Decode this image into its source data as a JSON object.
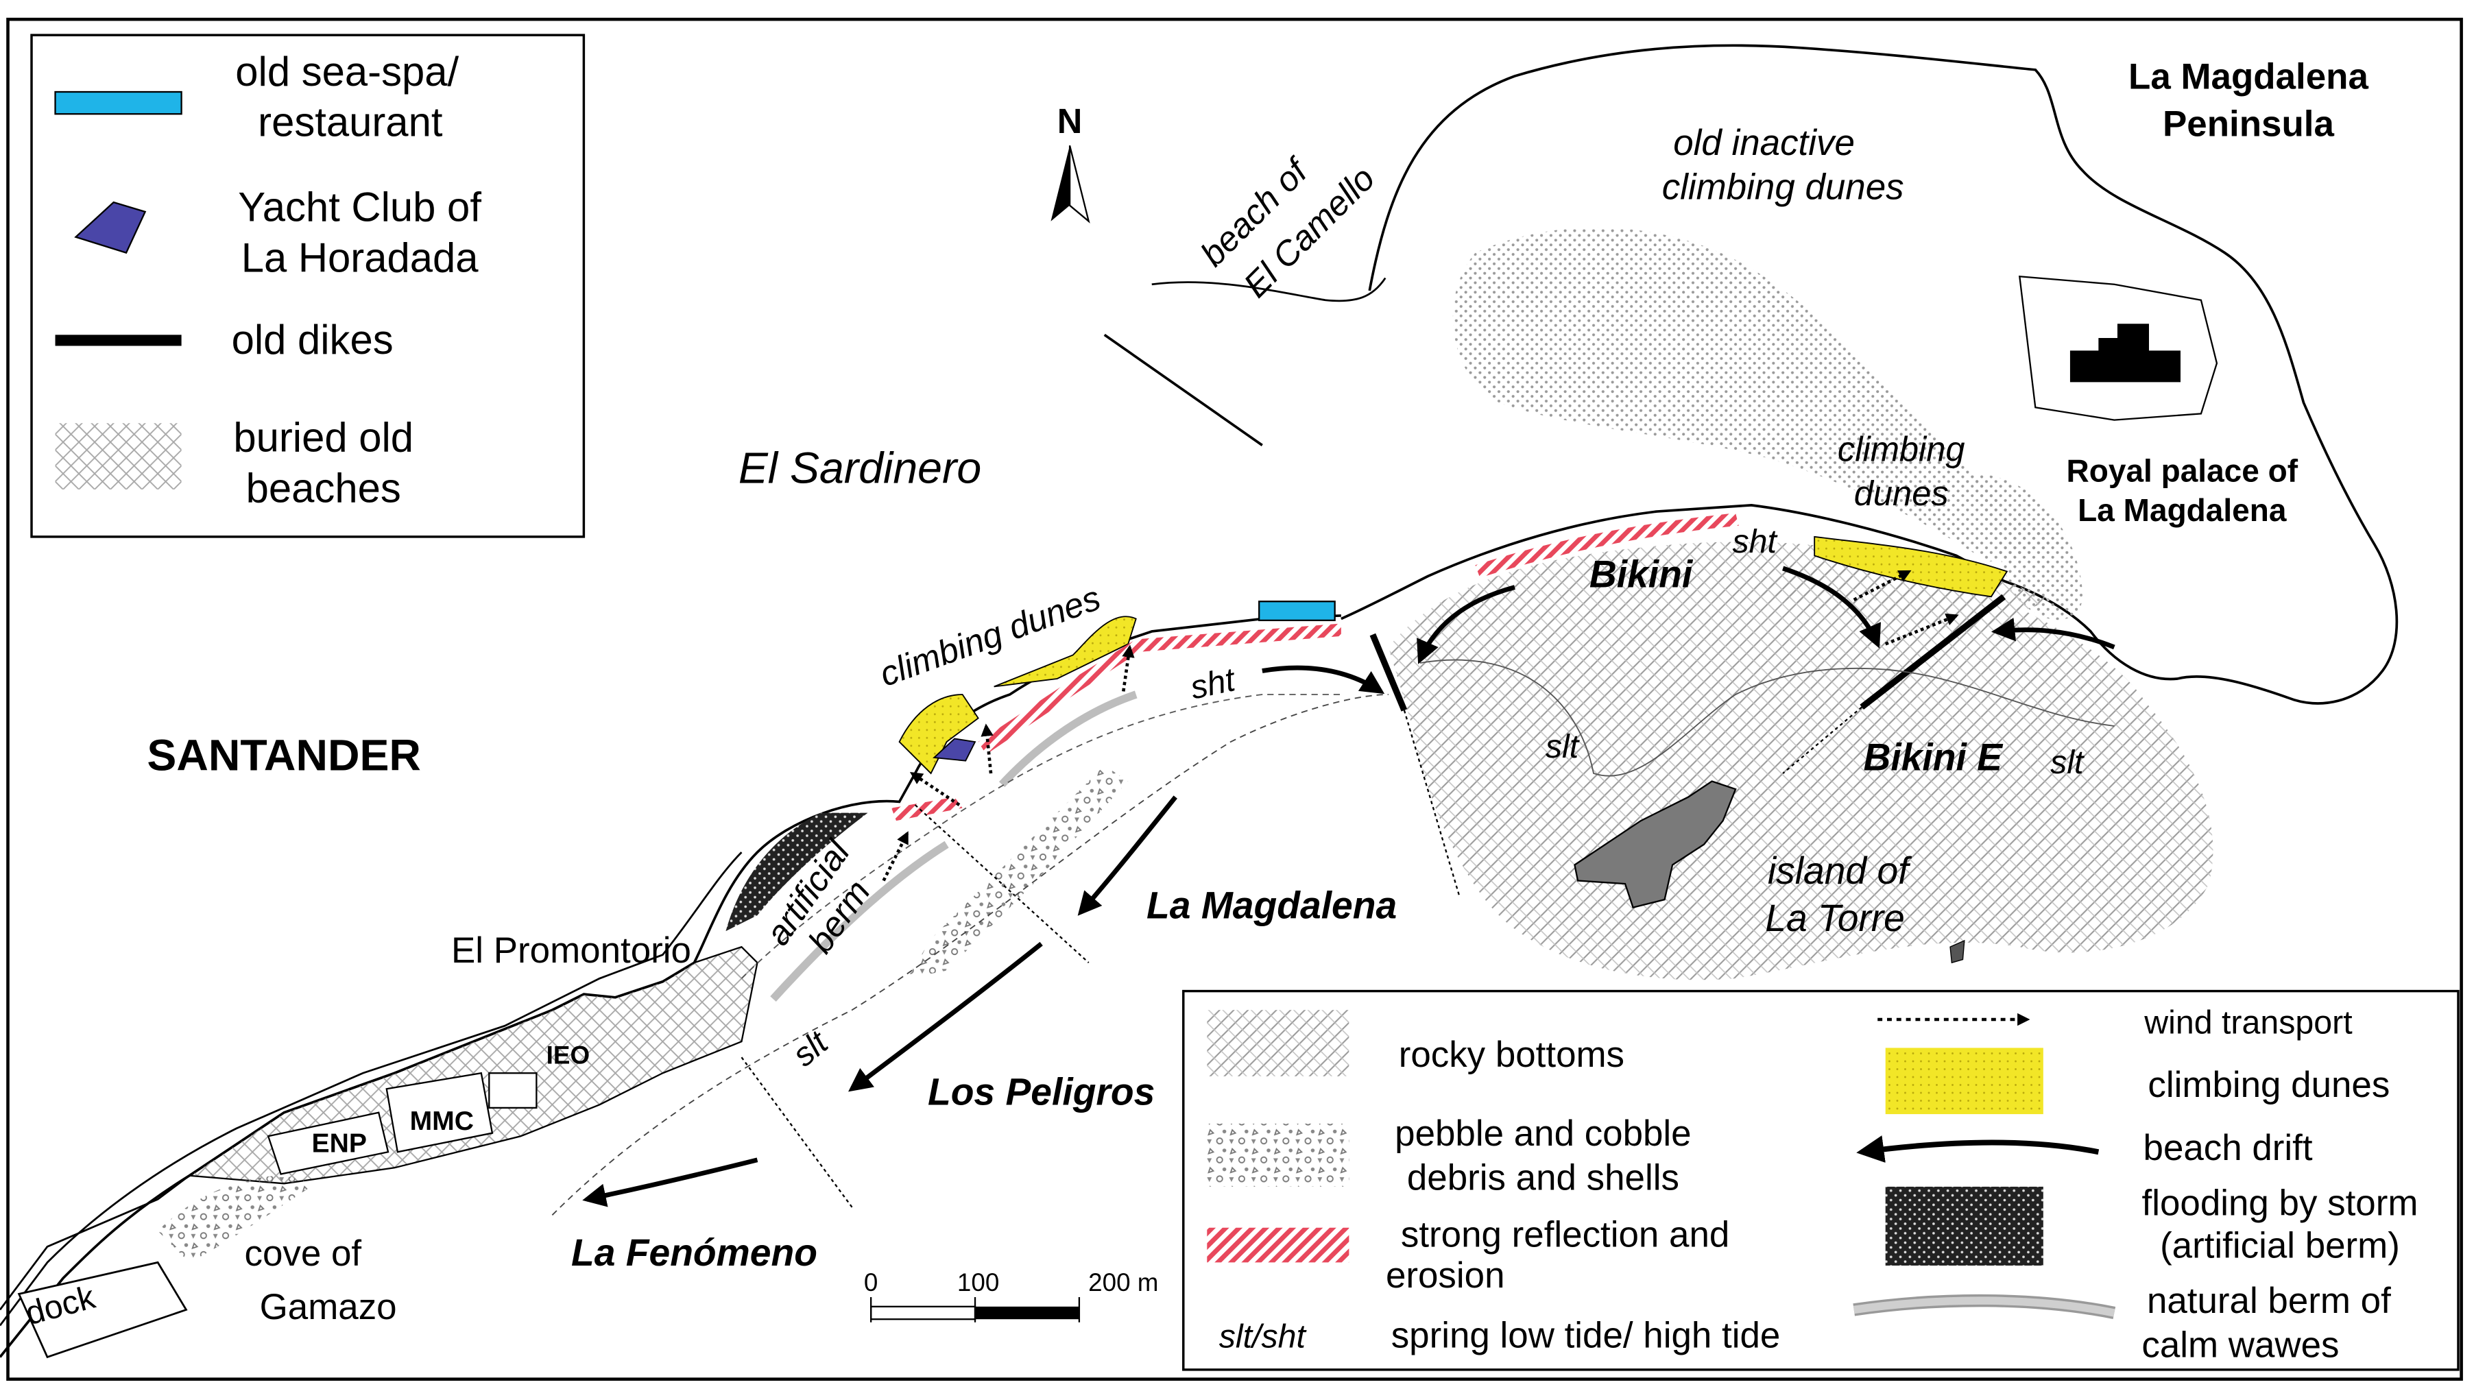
{
  "labels": {
    "peninsula_1": "La Magdalena",
    "peninsula_2": "Peninsula",
    "palace_1": "Royal palace of",
    "palace_2": "La Magdalena",
    "old_dunes_1": "old inactive",
    "old_dunes_2": "climbing dunes",
    "camello_1": "beach of",
    "camello_2": "El Camello",
    "north": "N",
    "el_sardinero": "El Sardinero",
    "climbing_dunes_1": "climbing",
    "climbing_dunes_2": "dunes",
    "climbing_dunes_w": "climbing dunes",
    "bikini": "Bikini",
    "bikini_e": "Bikini  E",
    "island_1": "island of",
    "island_2": "La Torre",
    "santander": "SANTANDER",
    "la_magdalena": "La Magdalena",
    "los_peligros": "Los Peligros",
    "la_fenomeno": "La Fenómeno",
    "el_promontorio": "El Promontorio",
    "artificial": "artificial",
    "berm": "berm",
    "ieo": "IEO",
    "enp": "ENP",
    "mmc": "MMC",
    "cove_1": "cove of",
    "cove_2": "Gamazo",
    "dock": "dock",
    "sht": "sht",
    "slt": "slt"
  },
  "scale": {
    "tick_0": "0",
    "tick_100": "100",
    "tick_200": "200 m"
  },
  "legend_top": [
    {
      "label_1": "old sea-spa/",
      "label_2": "restaurant"
    },
    {
      "label_1": "Yacht Club of",
      "label_2": "La Horadada"
    },
    {
      "label_1": "old dikes",
      "label_2": ""
    },
    {
      "label_1": "buried old",
      "label_2": "beaches"
    }
  ],
  "legend_bottom": {
    "rocky": "rocky bottoms",
    "pebble_1": "pebble and cobble",
    "pebble_2": "debris and shells",
    "reflection_1": "strong reflection and",
    "reflection_2": "erosion",
    "tide_abbr": "slt/sht",
    "tide_desc": "spring low tide/ high tide",
    "wind": "wind transport",
    "dunes": "climbing dunes",
    "drift": "beach drift",
    "flood_1": "flooding by storm",
    "flood_2": "(artificial  berm)",
    "natural_1": "natural berm of",
    "natural_2": "calm wawes"
  },
  "colors": {
    "spa": "#1fb4e8",
    "yacht": "#4a46a8",
    "dunes": "#f2e627",
    "erosion": "#e8485c",
    "island": "#7a7a7a",
    "berm_calm": "#bdbdbd",
    "flood": "#222222"
  }
}
